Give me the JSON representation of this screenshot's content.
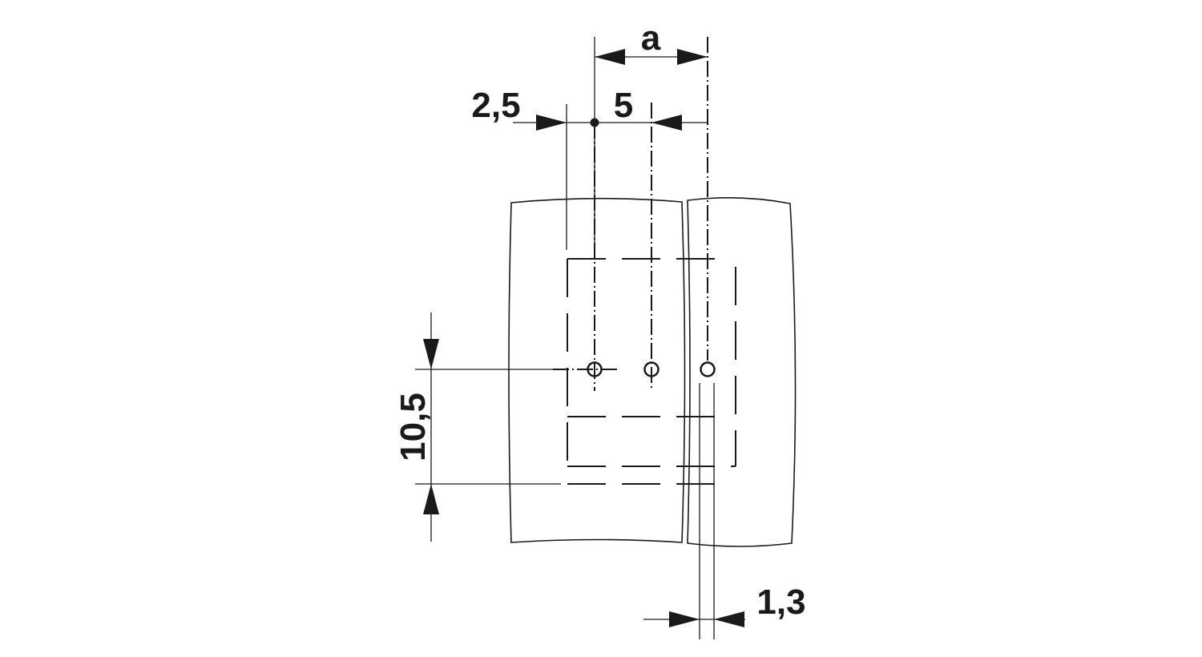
{
  "dimensions": {
    "pitch_a": "a",
    "offset_left": "2,5",
    "pitch": "5",
    "height": "10,5",
    "pin_thickness": "1,3"
  },
  "colors": {
    "ink": "#1a1a1a",
    "background": "#ffffff"
  }
}
